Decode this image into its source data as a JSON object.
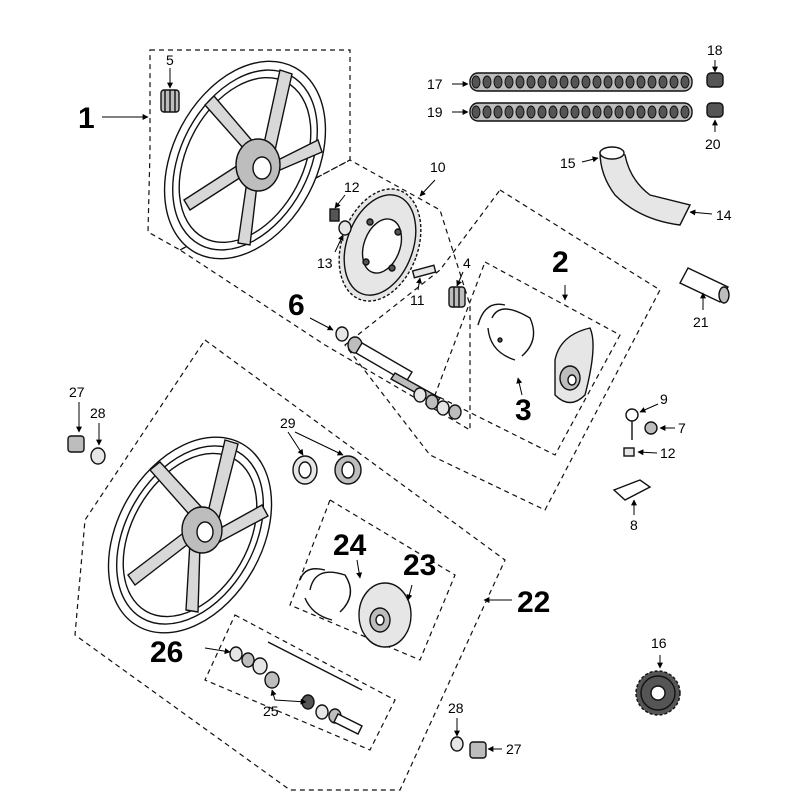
{
  "callouts": {
    "c1": "1",
    "c2": "2",
    "c3": "3",
    "c4": "4",
    "c5": "5",
    "c6": "6",
    "c7": "7",
    "c8": "8",
    "c9": "9",
    "c10": "10",
    "c11": "11",
    "c12a": "12",
    "c12b": "12",
    "c13": "13",
    "c14": "14",
    "c15": "15",
    "c16": "16",
    "c17": "17",
    "c18": "18",
    "c19": "19",
    "c20": "20",
    "c21": "21",
    "c22": "22",
    "c23": "23",
    "c24": "24",
    "c25": "25",
    "c26": "26",
    "c27a": "27",
    "c27b": "27",
    "c28a": "28",
    "c28b": "28",
    "c29": "29"
  },
  "colors": {
    "line": "#111111",
    "fill_light": "#e6e6e6",
    "fill_mid": "#bdbdbd",
    "fill_dark": "#555555"
  }
}
